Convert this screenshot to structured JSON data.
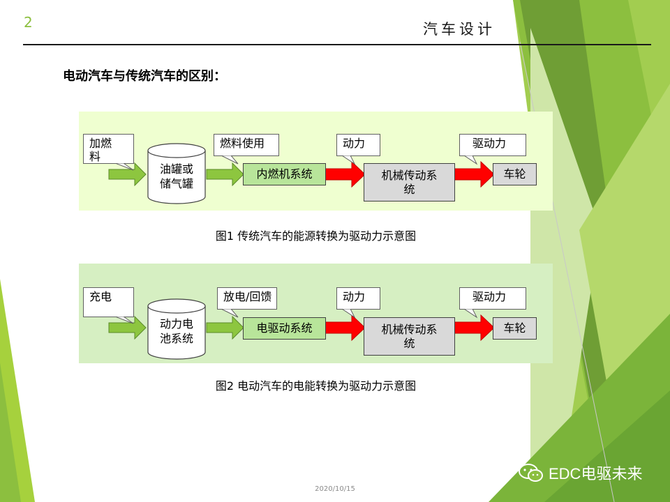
{
  "slide_number": "2",
  "header_title": "汽车设计",
  "heading": "电动汽车与传统汽车的区别：",
  "diagram1": {
    "callouts": {
      "refuel": "加燃料",
      "fuel_use": "燃料使用",
      "power": "动力",
      "drive_force": "驱动力"
    },
    "tank": [
      "油罐或",
      "储气罐"
    ],
    "engine": "内燃机系统",
    "transmission": [
      "机械传动系",
      "统"
    ],
    "wheel": "车轮",
    "caption": "图1 传统汽车的能源转换为驱动力示意图"
  },
  "diagram2": {
    "callouts": {
      "charge": "充电",
      "discharge": "放电/回馈",
      "power": "动力",
      "drive_force": "驱动力"
    },
    "battery": [
      "动力电",
      "池系统"
    ],
    "motor": "电驱动系统",
    "transmission": [
      "机械传动系",
      "统"
    ],
    "wheel": "车轮",
    "caption": "图2 电动汽车的电能转换为驱动力示意图"
  },
  "footer_date": "2020/10/15",
  "watermark": "EDC电驱未来",
  "colors": {
    "accent_green": "#8cbf3f",
    "arrow_red": "#ff0000",
    "arrow_green": "#8dc63f"
  },
  "icons": [
    "wechat-icon"
  ]
}
